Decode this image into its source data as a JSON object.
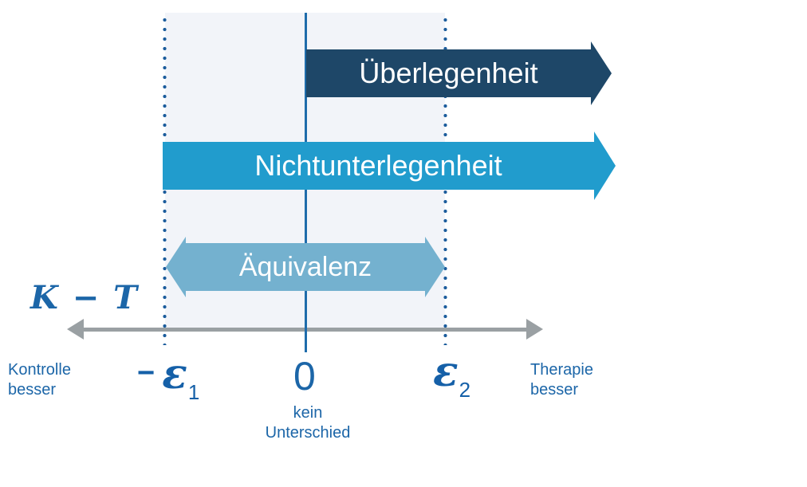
{
  "colors": {
    "superiority": "#1e4768",
    "noninferiority": "#219ccd",
    "equivalence": "#74b1cf",
    "region": "#f2f4f9",
    "boundary": "#1b5c9c",
    "zeroline": "#1f6cab",
    "axis": "#9aa0a3",
    "text": "#1c66a8",
    "epsilon": "#1560a8"
  },
  "arrows": {
    "superiority": {
      "label": "Überlegenheit"
    },
    "noninferiority": {
      "label": "Nichtunterlegenheit"
    },
    "equivalence": {
      "label": "Äquivalenz"
    }
  },
  "axis": {
    "formula": "K − T",
    "left_caption": {
      "line1": "Kontrolle",
      "line2": "besser"
    },
    "right_caption": {
      "line1": "Therapie",
      "line2": "besser"
    },
    "zero_caption": {
      "line1": "kein",
      "line2": "Unterschied"
    },
    "ticks": {
      "minus_epsilon1": {
        "sign": "−",
        "symbol": "ε",
        "subscript": "1"
      },
      "zero": "0",
      "epsilon2": {
        "symbol": "ε",
        "subscript": "2"
      }
    }
  }
}
